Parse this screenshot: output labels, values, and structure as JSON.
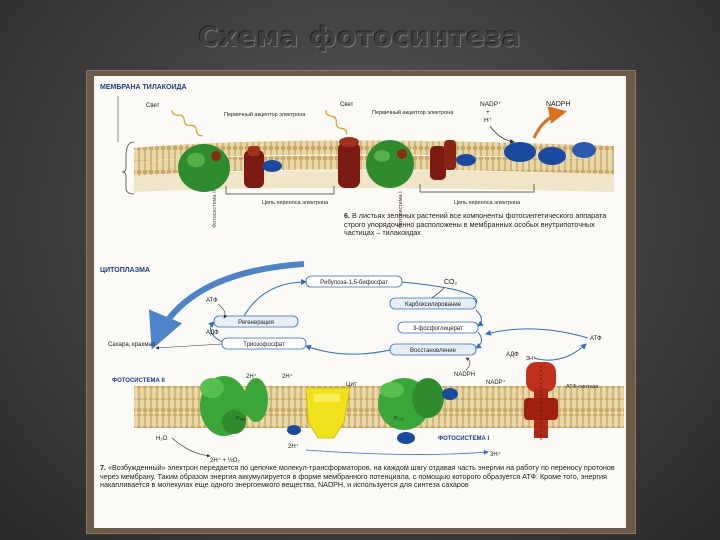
{
  "slide": {
    "title": "Схема фотосинтеза"
  },
  "top_panel": {
    "header": "МЕМБРАНА ТИЛАКОИДА",
    "light_1": "Свет",
    "acceptor_1": "Первичный акцептор электрона",
    "light_2": "Свет",
    "acceptor_2": "Первичный акцептор электрона",
    "nadp_plus": "NADP⁺",
    "plus_sign": "+",
    "h_plus": "H⁺",
    "nadph": "NADPH",
    "chain_1": "Цепь переноса электрона",
    "chain_2": "Цепь переноса электрона",
    "photosystem_2": "Фотосистема II",
    "photosystem_1": "Фотосистема I",
    "caption_num": "6.",
    "caption": "В листьях зеленых растений все компоненты фотосинтетического аппарата строго упорядоченно расположены в мембранных особых внутрипоточных частицах – тилакоидах"
  },
  "bottom_panel": {
    "cytoplasm": "ЦИТОПЛАЗМА",
    "ribulose": "Рибулоза-1,5-бифосфат",
    "co2": "CO₂",
    "carboxylation": "Карбоксилирование",
    "regeneration": "Регенерация",
    "phosphoglycerate": "3-фосфоглицерат",
    "triose": "Триозофосфат",
    "reduction": "Восстановление",
    "atp_1": "АТФ",
    "adp_1": "АДФ",
    "atp_2": "АТФ",
    "adp_2": "АДФ",
    "sugars": "Сахара, крахмал",
    "nadph_2": "NADPH",
    "nadp_2": "NADP⁺",
    "atp_synthase": "АТФ-синтаза",
    "photosystem_ii": "ФОТОСИСТЕМА II",
    "photosystem_i": "ФОТОСИСТЕМА I",
    "h_2a": "2H⁺",
    "h_2b": "2H⁺",
    "h_2c": "2H⁺",
    "h_3": "3H⁺",
    "cyt": "Цит",
    "h2o": "H₂O",
    "o2": "2H⁺ + ½O₂",
    "p680": "P₆₈₀",
    "p700": "P₇₀₀",
    "caption_num": "7.",
    "caption": "«Возбужденный» электрон передается по цепочке молекул-трансформаторов, на каждом шагу отдавая часть энергии на работу по переносу протонов через мембрану. Таким образом энергия аккумулируется в форме мембранного потенциала, с помощью которого образуется АТФ. Кроме того, энергия накапливается в молекулах еще одного энергоемкого вещества, NADPH, и используется для синтеза сахаров"
  },
  "colors": {
    "green_complex": "#2e8b2e",
    "red_complex": "#7a1a10",
    "yellow_complex": "#f0e21a",
    "blue_carrier": "#1a4aa0",
    "arrow_blue": "#2f6fc0",
    "membrane_tan": "#d9c08a"
  }
}
